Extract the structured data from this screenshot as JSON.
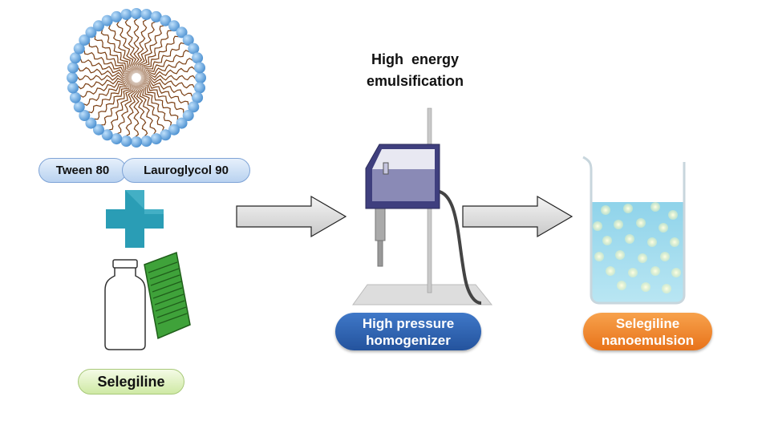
{
  "title": {
    "line1": "High  energy",
    "line2": "emulsification"
  },
  "surfactants": {
    "tween": "Tween 80",
    "lauroglycol": "Lauroglycol 90"
  },
  "drug": {
    "label": "Selegiline"
  },
  "equipment": {
    "line1": "High pressure",
    "line2": "homogenizer"
  },
  "product": {
    "line1": "Selegiline",
    "line2": "nanoemulsion"
  },
  "colors": {
    "plus": "#2a9db5",
    "equipment_pill": "#2d62b0",
    "product_pill": "#ee7d22",
    "micelle_head": "#5fa2dc",
    "micelle_tail": "#7a3e12"
  }
}
